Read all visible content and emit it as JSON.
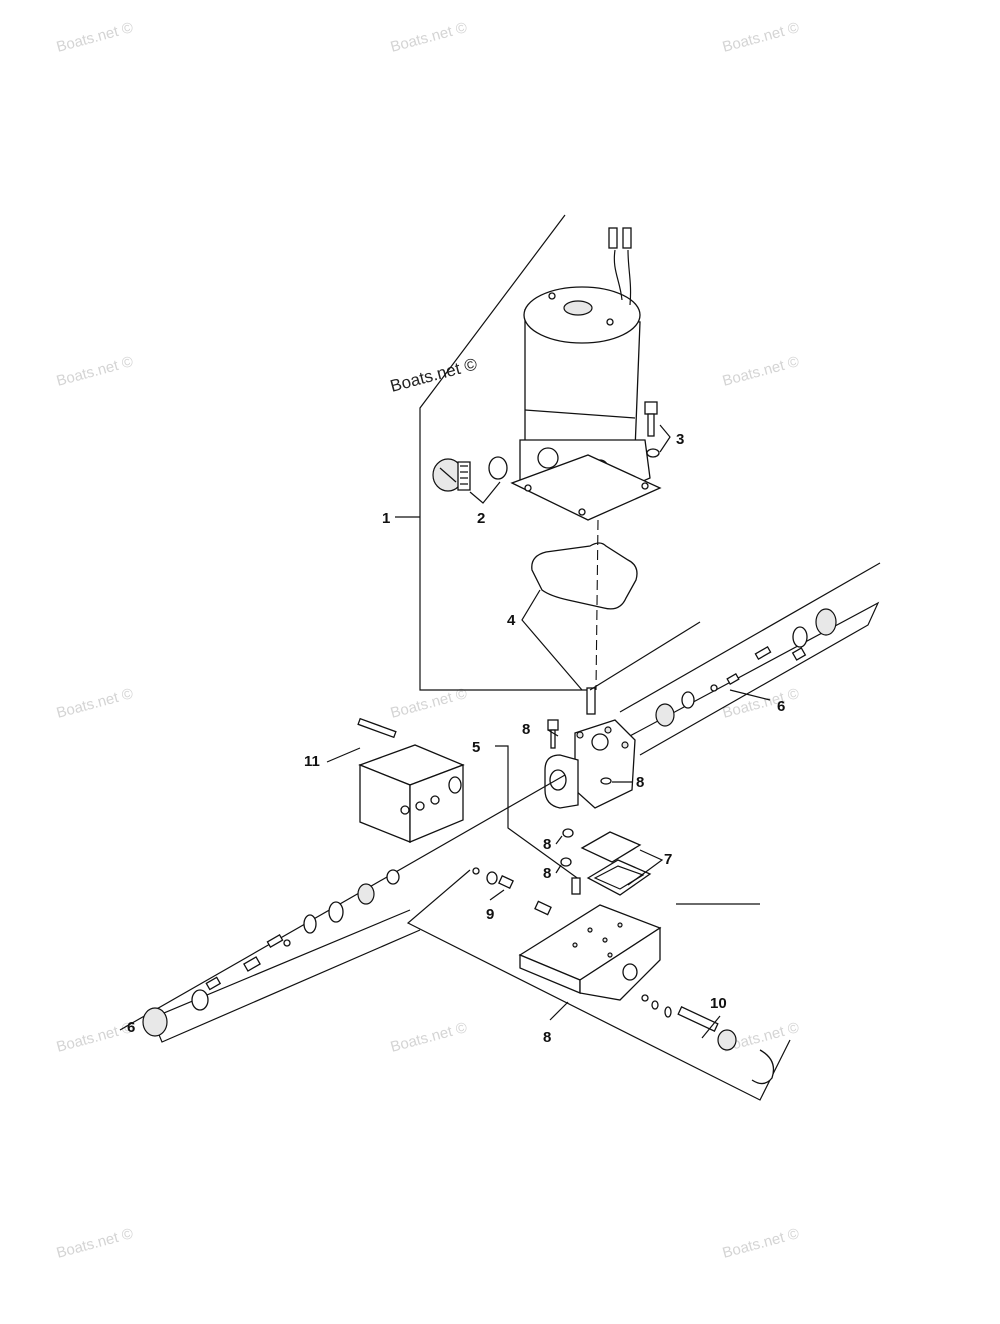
{
  "watermarks": [
    "Boats.net ©",
    "Boats.net ©",
    "Boats.net ©",
    "Boats.net ©",
    "Boats.net ©",
    "Boats.net ©",
    "Boats.net ©",
    "Boats.net ©",
    "Boats.net ©",
    "Boats.net ©",
    "Boats.net ©",
    "Boats.net ©",
    "Boats.net ©"
  ],
  "watermark_dark": "Boats.net ©",
  "callouts": {
    "c1": "1",
    "c2": "2",
    "c3": "3",
    "c4": "4",
    "c5": "5",
    "c6a": "6",
    "c6b": "6",
    "c7": "7",
    "c8a": "8",
    "c8b": "8",
    "c8c": "8",
    "c8d": "8",
    "c8e": "8",
    "c9": "9",
    "c10": "10",
    "c11": "11"
  }
}
